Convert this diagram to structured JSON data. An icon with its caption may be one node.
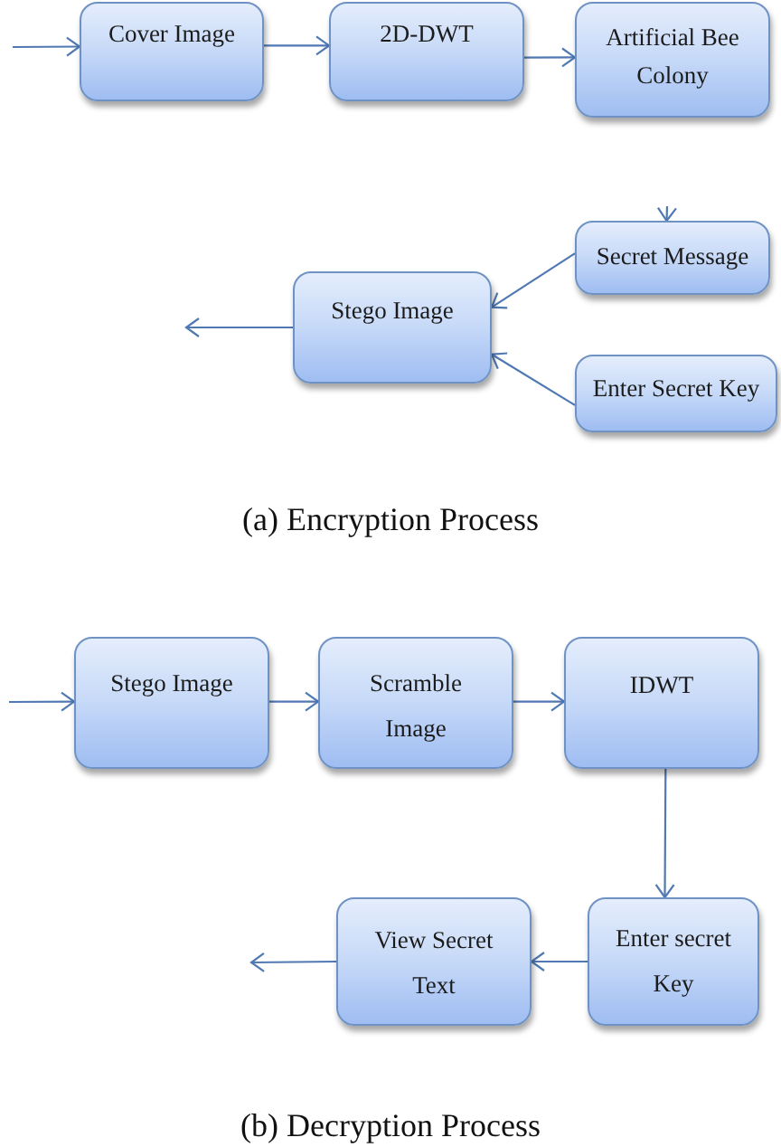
{
  "diagram": {
    "nodes": [
      {
        "text": [
          "Cover Image"
        ]
      },
      {
        "text": [
          "2D-DWT"
        ]
      },
      {
        "text": [
          "Artificial Bee Colony"
        ]
      },
      {
        "text": [
          "Secret Message"
        ]
      },
      {
        "text": [
          "Stego Image"
        ]
      },
      {
        "text": [
          "Enter Secret Key"
        ]
      },
      {
        "text": [
          "Stego Image"
        ]
      },
      {
        "text": [
          "Scramble Image"
        ]
      },
      {
        "text": [
          "IDWT"
        ]
      },
      {
        "text": [
          "View Secret Text"
        ]
      },
      {
        "text": [
          "Enter secret Key"
        ]
      }
    ],
    "edges": [
      {
        "from": null,
        "to": 0,
        "arrow": "to"
      },
      {
        "from": 0,
        "to": 1,
        "arrow": "to"
      },
      {
        "from": 1,
        "to": 2,
        "arrow": "to"
      },
      {
        "from": null,
        "to": 3,
        "arrow": "to"
      },
      {
        "from": 3,
        "to": 4,
        "arrow": "to"
      },
      {
        "from": 5,
        "to": 4,
        "arrow": "to"
      },
      {
        "from": 4,
        "to": null,
        "arrow": "to"
      },
      {
        "from": null,
        "to": 6,
        "arrow": "to"
      },
      {
        "from": 6,
        "to": 7,
        "arrow": "to"
      },
      {
        "from": 7,
        "to": 8,
        "arrow": "to"
      },
      {
        "from": 8,
        "to": 10,
        "arrow": "to"
      },
      {
        "from": 10,
        "to": 9,
        "arrow": "to"
      },
      {
        "from": 9,
        "to": null,
        "arrow": "to"
      }
    ],
    "labels": [
      "(a) Encryption Process",
      "(b) Decryption Process"
    ]
  }
}
